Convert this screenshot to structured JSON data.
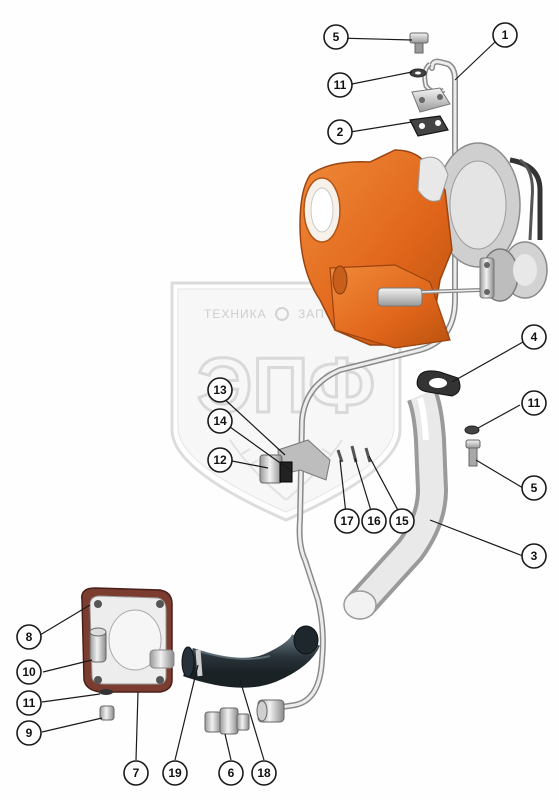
{
  "watermark": {
    "brand_left": "ТЕХНИКА",
    "brand_right": "ЗАПЧАСТИ",
    "logo": "ЭПФ"
  },
  "callouts": [
    {
      "id": "1",
      "label": "1"
    },
    {
      "id": "2",
      "label": "2"
    },
    {
      "id": "3",
      "label": "3"
    },
    {
      "id": "4",
      "label": "4"
    },
    {
      "id": "5a",
      "label": "5"
    },
    {
      "id": "5b",
      "label": "5"
    },
    {
      "id": "6",
      "label": "6"
    },
    {
      "id": "7",
      "label": "7"
    },
    {
      "id": "8",
      "label": "8"
    },
    {
      "id": "9",
      "label": "9"
    },
    {
      "id": "10",
      "label": "10"
    },
    {
      "id": "11a",
      "label": "11"
    },
    {
      "id": "11b",
      "label": "11"
    },
    {
      "id": "11c",
      "label": "11"
    },
    {
      "id": "12",
      "label": "12"
    },
    {
      "id": "13",
      "label": "13"
    },
    {
      "id": "14",
      "label": "14"
    },
    {
      "id": "15",
      "label": "15"
    },
    {
      "id": "16",
      "label": "16"
    },
    {
      "id": "17",
      "label": "17"
    },
    {
      "id": "18",
      "label": "18"
    },
    {
      "id": "19",
      "label": "19"
    }
  ],
  "colors": {
    "turbo_housing": "#e8701e",
    "turbo_shadow": "#b8520f",
    "metal": "#d8d8d8",
    "metal_dark": "#8f8f8f",
    "hose": "#2f3a40",
    "gasket": "#8a4a3a",
    "watermark": "#d6d6d6"
  }
}
